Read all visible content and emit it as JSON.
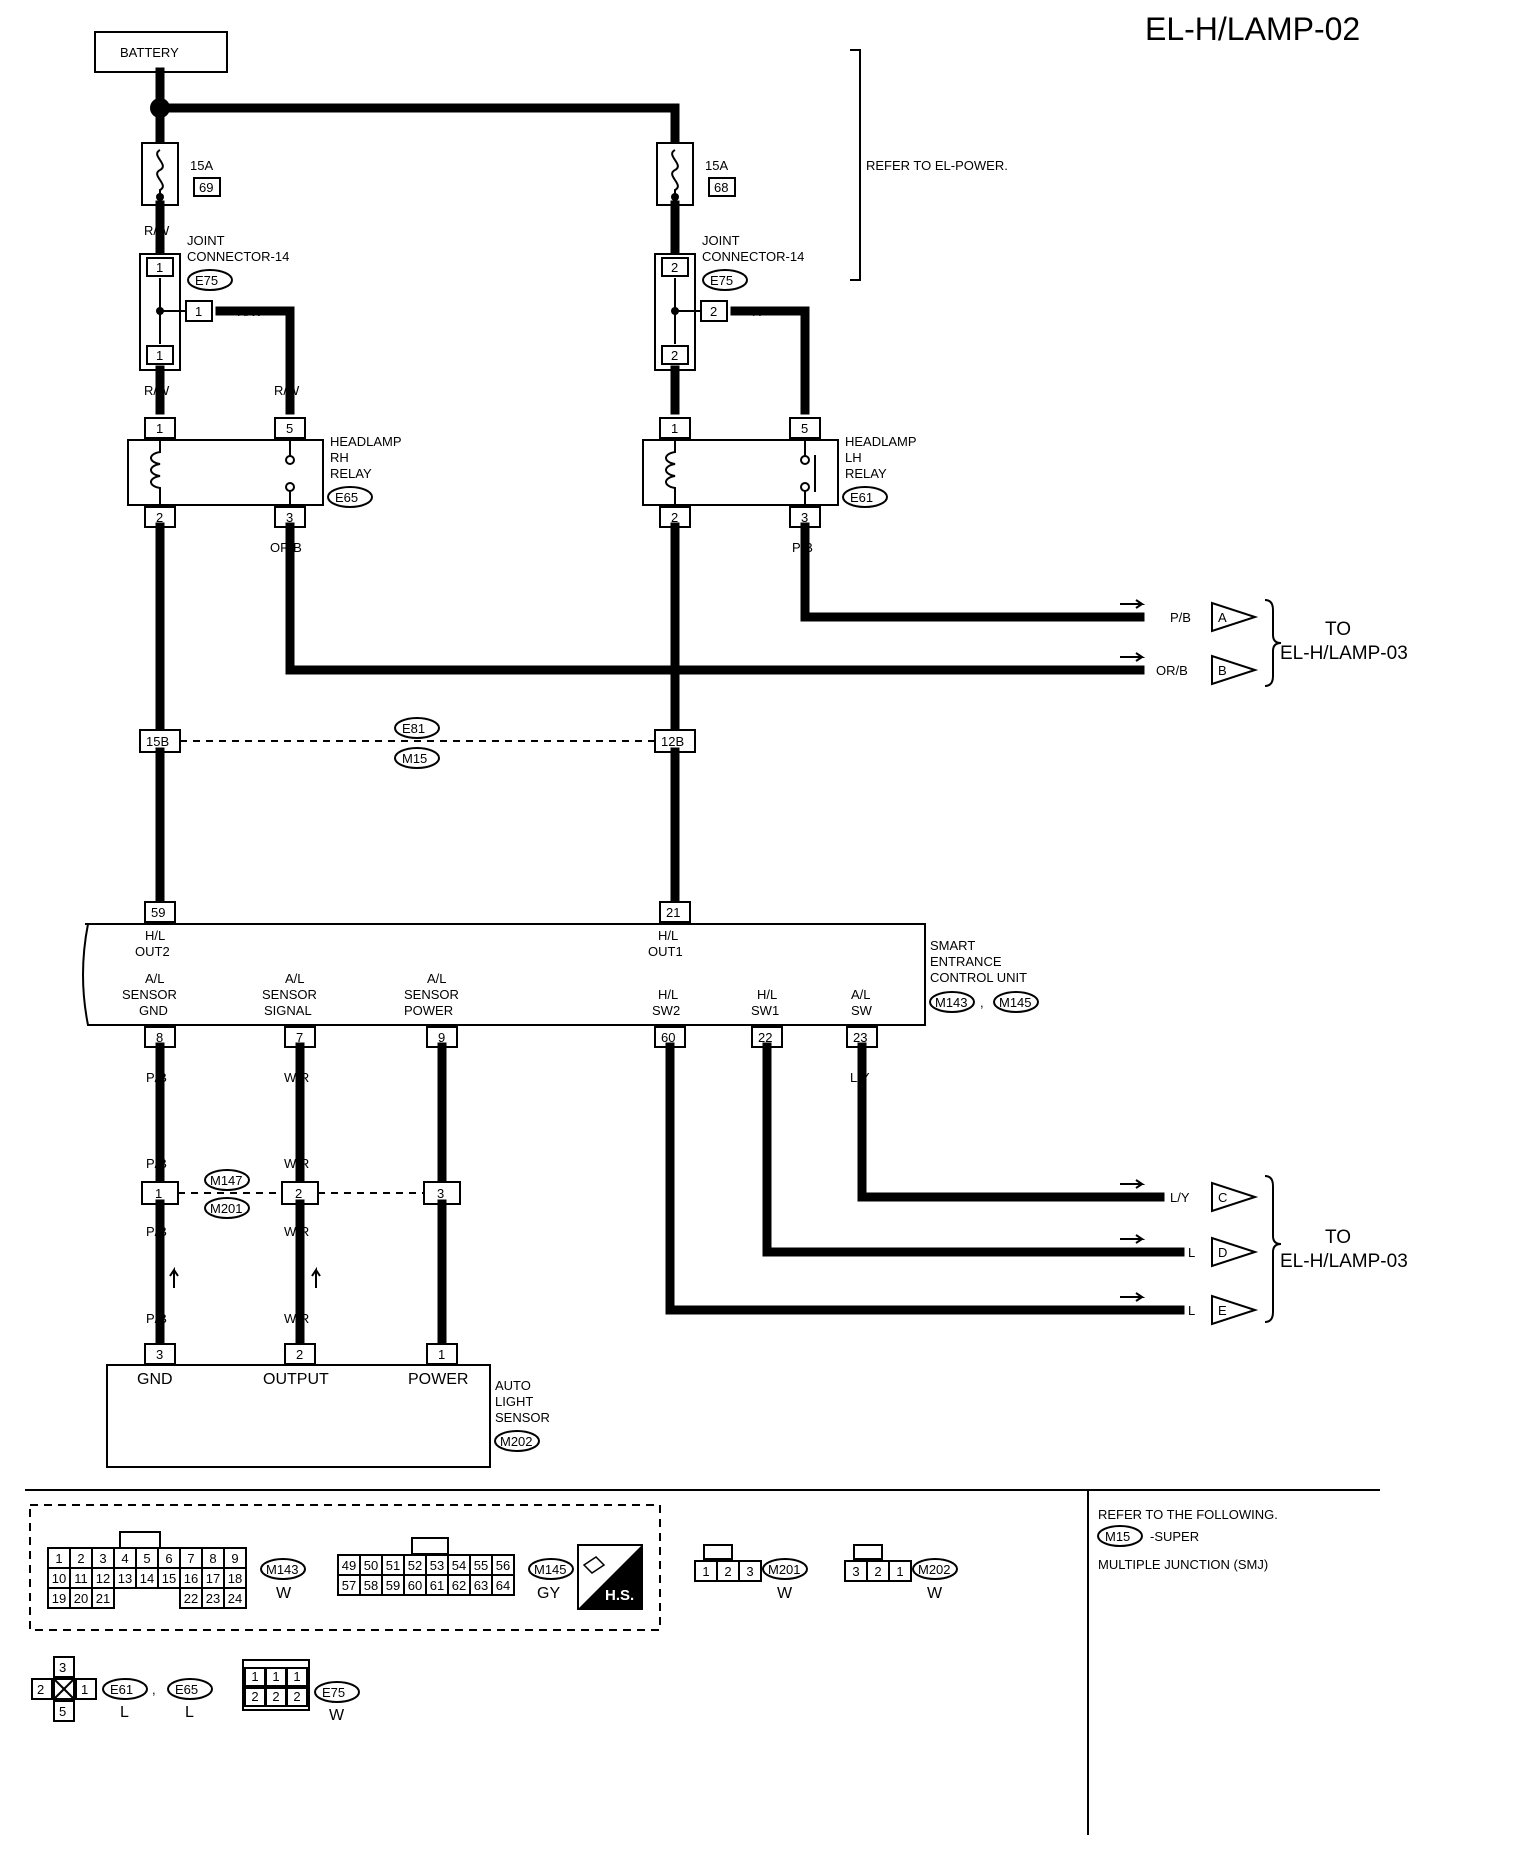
{
  "title": "EL-H/LAMP-02",
  "battery": "BATTERY",
  "refer_power": "REFER TO EL-POWER.",
  "fuses": [
    {
      "amp": "15A",
      "num": "69"
    },
    {
      "amp": "15A",
      "num": "68"
    }
  ],
  "joint": {
    "line1": "JOINT",
    "line2": "CONNECTOR-14",
    "conn": "E75"
  },
  "rh_relay": {
    "line1": "HEADLAMP",
    "line2": "RH",
    "line3": "RELAY",
    "conn": "E65"
  },
  "lh_relay": {
    "line1": "HEADLAMP",
    "line2": "LH",
    "line3": "RELAY",
    "conn": "E61"
  },
  "wires": {
    "rw": "R/W",
    "r": "R",
    "p": "P",
    "orb": "OR/B",
    "pb": "P/B",
    "wr": "W/R",
    "l": "L",
    "ly": "L/Y"
  },
  "pins": {
    "j1": "1",
    "j2": "2",
    "r1": "1",
    "r2": "2",
    "r3": "3",
    "r5": "5",
    "sj15": "15B",
    "sj12": "12B",
    "c59": "59",
    "c21": "21",
    "c8": "8",
    "c7": "7",
    "c9": "9",
    "c60": "60",
    "c22": "22",
    "c23": "23"
  },
  "smj": {
    "top": "E81",
    "bottom": "M15"
  },
  "inline": {
    "top": "M147",
    "bottom": "M201"
  },
  "to_a": {
    "line1": "TO",
    "line2": "EL-H/LAMP-03"
  },
  "to_b": {
    "line1": "TO",
    "line2": "EL-H/LAMP-03"
  },
  "arrow_labels": [
    "A",
    "B",
    "C",
    "D",
    "E"
  ],
  "scu": {
    "name": [
      "SMART",
      "ENTRANCE",
      "CONTROL UNIT"
    ],
    "conn1": "M143",
    "conn2": "M145",
    "hl_out2": [
      "H/L",
      "OUT2"
    ],
    "hl_out1": [
      "H/L",
      "OUT1"
    ],
    "al_gnd": [
      "A/L",
      "SENSOR",
      "GND"
    ],
    "al_signal": [
      "A/L",
      "SENSOR",
      "SIGNAL"
    ],
    "al_power": [
      "A/L",
      "SENSOR",
      "POWER"
    ],
    "hl_sw2": [
      "H/L",
      "SW2"
    ],
    "hl_sw1": [
      "H/L",
      "SW1"
    ],
    "al_sw": [
      "A/L",
      "SW"
    ]
  },
  "sensor": {
    "name": [
      "AUTO",
      "LIGHT",
      "SENSOR"
    ],
    "conn": "M202",
    "gnd": "GND",
    "output": "OUTPUT",
    "power": "POWER",
    "pin3": "3",
    "pin2": "2",
    "pin1": "1"
  },
  "inline_pins": [
    "1",
    "2",
    "3"
  ],
  "refer_note": {
    "line1": "REFER TO THE FOLLOWING.",
    "conn": "M15",
    "line2": "-SUPER",
    "line3": "MULTIPLE JUNCTION (SMJ)"
  },
  "connectors": {
    "m143": {
      "id": "M143",
      "color": "W",
      "rows": [
        [
          "1",
          "2",
          "3",
          "4",
          "5",
          "6",
          "7",
          "8",
          "9"
        ],
        [
          "10",
          "11",
          "12",
          "13",
          "14",
          "15",
          "16",
          "17",
          "18"
        ],
        [
          "19",
          "20",
          "21",
          "22",
          "23",
          "24"
        ]
      ]
    },
    "m145": {
      "id": "M145",
      "color": "GY",
      "rows": [
        [
          "49",
          "50",
          "51",
          "52",
          "53",
          "54",
          "55",
          "56"
        ],
        [
          "57",
          "58",
          "59",
          "60",
          "61",
          "62",
          "63",
          "64"
        ]
      ]
    },
    "hs": "H.S.",
    "m201": {
      "id": "M201",
      "color": "W",
      "pins": [
        "1",
        "2",
        "3"
      ]
    },
    "m202": {
      "id": "M202",
      "color": "W",
      "pins": [
        "3",
        "2",
        "1"
      ]
    },
    "relay_conn": {
      "id1": "E61",
      "id2": "E65",
      "color1": "L",
      "color2": "L",
      "pins": [
        "3",
        "2",
        "1",
        "5"
      ]
    },
    "e75": {
      "id": "E75",
      "color": "W",
      "top": [
        "1",
        "1",
        "1"
      ],
      "bottom": [
        "2",
        "2",
        "2"
      ]
    }
  }
}
